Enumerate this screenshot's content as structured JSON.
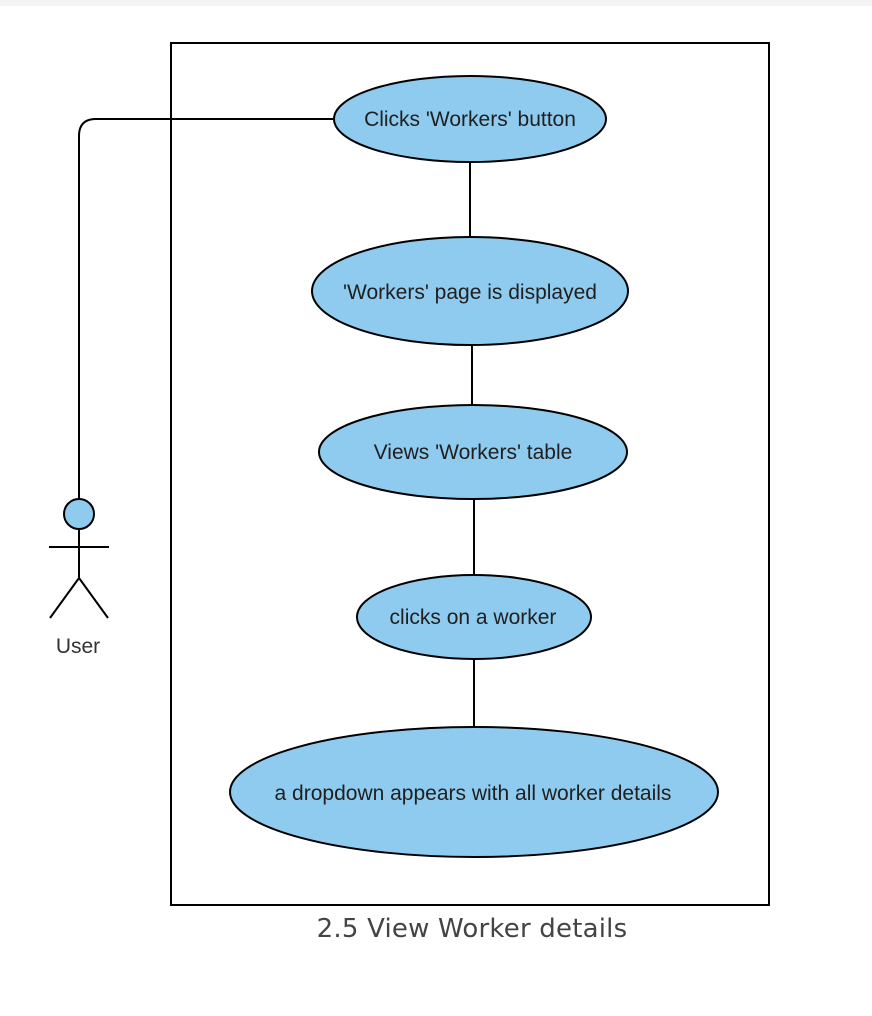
{
  "diagram": {
    "caption": "2.5 View Worker details",
    "actor": {
      "label": "User",
      "icon": "stick-figure-icon"
    },
    "use_cases": [
      {
        "label": "Clicks 'Workers' button"
      },
      {
        "label": "'Workers' page is displayed"
      },
      {
        "label": "Views 'Workers' table"
      },
      {
        "label": "clicks on a worker"
      },
      {
        "label": "a dropdown appears with all worker details"
      }
    ],
    "colors": {
      "ellipse_fill": "#8ecbef",
      "stroke": "#000000",
      "text": "#1f1f1f",
      "caption": "#444444"
    }
  }
}
